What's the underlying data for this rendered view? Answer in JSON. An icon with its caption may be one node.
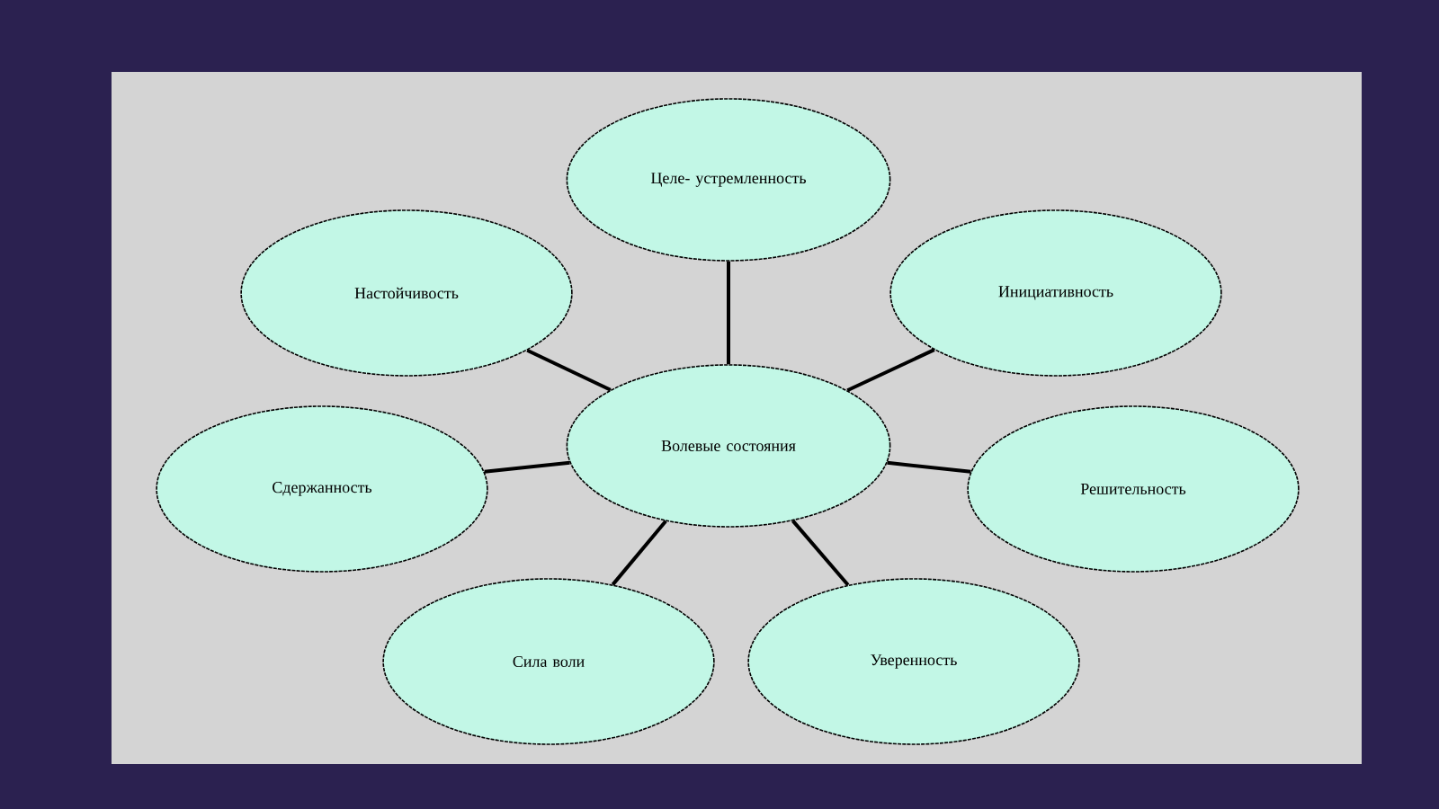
{
  "diagram": {
    "nodes": [
      {
        "text": [
          "Целе- устремленность"
        ]
      },
      {
        "text": [
          "Настойчивость"
        ]
      },
      {
        "text": [
          "Инициативность"
        ]
      },
      {
        "text": [
          "Волевые состояния"
        ]
      },
      {
        "text": [
          "Сдержанность"
        ]
      },
      {
        "text": [
          "Решительность"
        ]
      },
      {
        "text": [
          "Сила воли"
        ]
      },
      {
        "text": [
          "Уверенность"
        ]
      }
    ],
    "edges": [
      {
        "from": 3,
        "to": 0,
        "arrow": "none"
      },
      {
        "from": 3,
        "to": 1,
        "arrow": "none"
      },
      {
        "from": 3,
        "to": 2,
        "arrow": "none"
      },
      {
        "from": 3,
        "to": 4,
        "arrow": "none"
      },
      {
        "from": 3,
        "to": 5,
        "arrow": "none"
      },
      {
        "from": 3,
        "to": 6,
        "arrow": "none"
      },
      {
        "from": 3,
        "to": 7,
        "arrow": "none"
      }
    ]
  }
}
